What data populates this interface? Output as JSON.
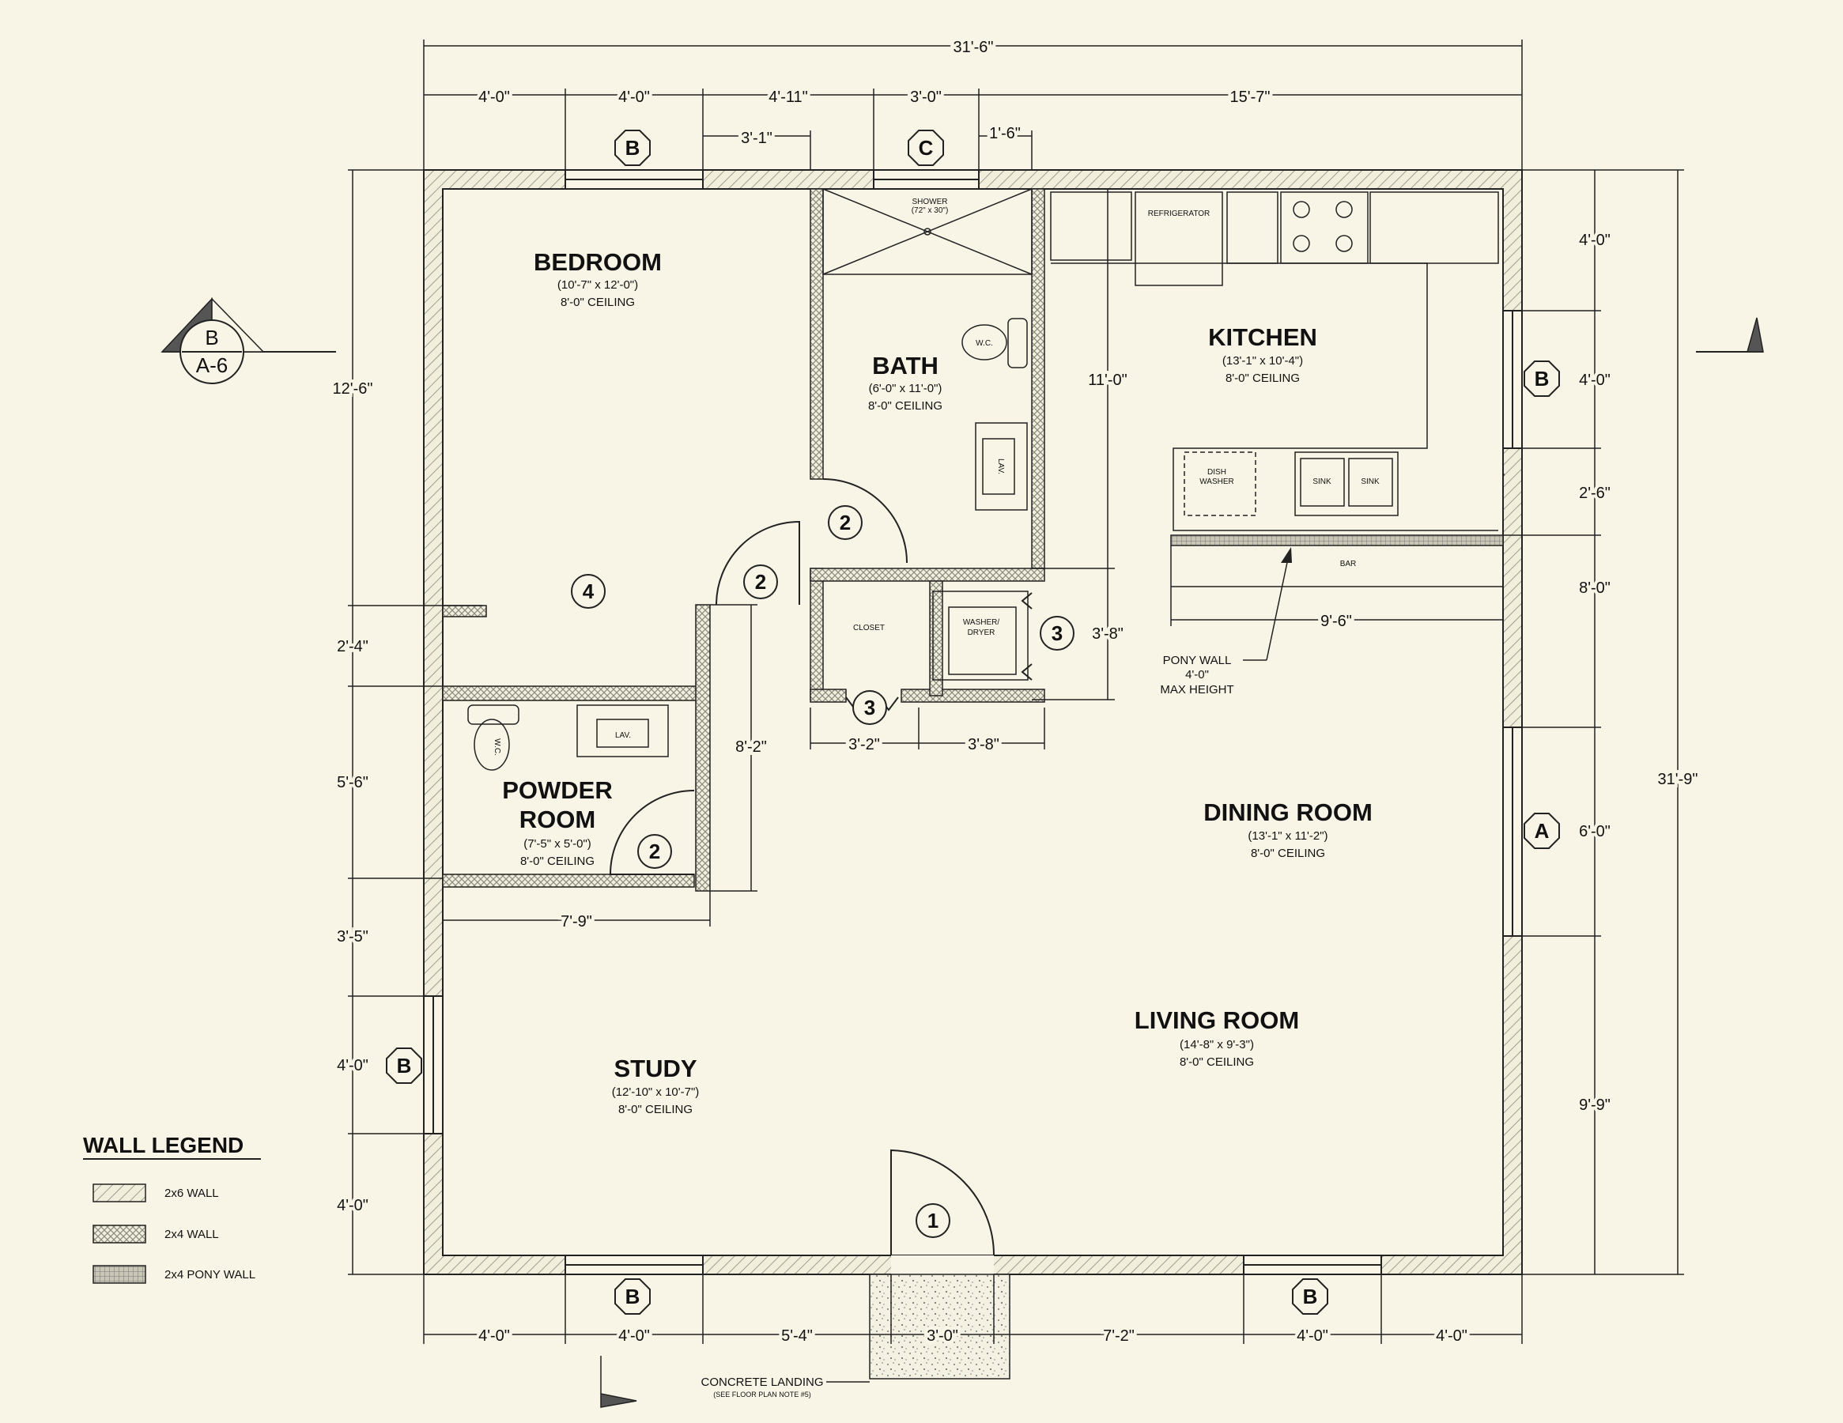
{
  "rooms": {
    "bedroom": {
      "name": "BEDROOM",
      "size": "(10'-7\" x 12'-0\")",
      "ceiling": "8'-0\" CEILING"
    },
    "bath": {
      "name": "BATH",
      "size": "(6'-0\" x 11'-0\")",
      "ceiling": "8'-0\" CEILING"
    },
    "kitchen": {
      "name": "KITCHEN",
      "size": "(13'-1\" x 10'-4\")",
      "ceiling": "8'-0\" CEILING"
    },
    "powder": {
      "name1": "POWDER",
      "name2": "ROOM",
      "size": "(7'-5\" x 5'-0\")",
      "ceiling": "8'-0\" CEILING"
    },
    "dining": {
      "name": "DINING ROOM",
      "size": "(13'-1\" x 11'-2\")",
      "ceiling": "8'-0\" CEILING"
    },
    "living": {
      "name": "LIVING ROOM",
      "size": "(14'-8\" x 9'-3\")",
      "ceiling": "8'-0\" CEILING"
    },
    "study": {
      "name": "STUDY",
      "size": "(12'-10\" x 10'-7\")",
      "ceiling": "8'-0\" CEILING"
    }
  },
  "fixtures": {
    "shower1": "SHOWER",
    "shower2": "(72\" x 30\")",
    "refrigerator": "REFRIGERATOR",
    "wc": "W.C.",
    "lav": "LAV.",
    "dish1": "DISH",
    "dish2": "WASHER",
    "sink": "SINK",
    "bar": "BAR",
    "closet": "CLOSET",
    "washer1": "WASHER/",
    "washer2": "DRYER"
  },
  "dims": {
    "overall_width": "31'-6\"",
    "overall_height": "31'-9\"",
    "top": [
      "4'-0\"",
      "4'-0\"",
      "4'-11\"",
      "3'-0\"",
      "15'-7\""
    ],
    "top_sub": [
      "3'-1\"",
      "1'-6\""
    ],
    "bottom": [
      "4'-0\"",
      "4'-0\"",
      "5'-4\"",
      "3'-0\"",
      "7'-2\"",
      "4'-0\"",
      "4'-0\""
    ],
    "left": [
      "12'-6\"",
      "2'-4\"",
      "5'-6\"",
      "3'-5\"",
      "4'-0\"",
      "4'-0\""
    ],
    "right": [
      "4'-0\"",
      "4'-0\"",
      "2'-6\"",
      "8'-0\"",
      "6'-0\"",
      "9'-9\""
    ],
    "inner": {
      "kitchen_h": "11'-0\"",
      "closet_h": "3'-8\"",
      "closet_w1": "3'-2\"",
      "closet_w2": "3'-8\"",
      "hall_h": "8'-2\"",
      "powder_w": "7'-9\"",
      "bar_w": "9'-6\""
    }
  },
  "tags": {
    "window_b": "B",
    "window_c": "C",
    "window_a": "A",
    "door1": "1",
    "door2": "2",
    "door3": "3",
    "door4": "4"
  },
  "section": {
    "letter": "B",
    "sheet": "A-6"
  },
  "notes": {
    "pony1": "PONY WALL",
    "pony2": "4'-0\"",
    "pony3": "MAX HEIGHT",
    "landing1": "CONCRETE LANDING",
    "landing2": "(SEE FLOOR PLAN NOTE #5)"
  },
  "legend": {
    "title": "WALL LEGEND",
    "items": [
      "2x6 WALL",
      "2x4 WALL",
      "2x4 PONY WALL"
    ]
  },
  "colors": {
    "background": "#f8f5e6",
    "line": "#222222"
  }
}
